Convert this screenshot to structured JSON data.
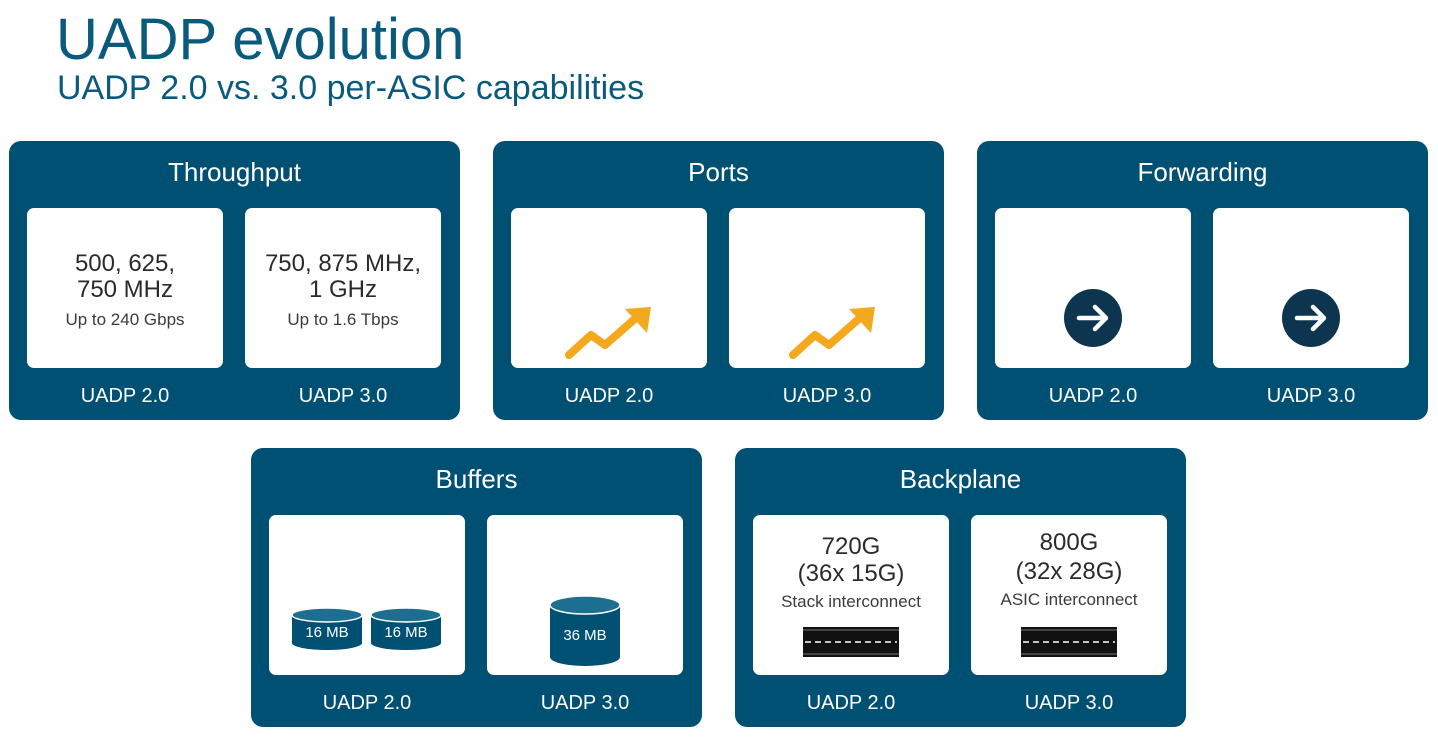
{
  "header": {
    "title": "UADP evolution",
    "subtitle": "UADP 2.0 vs. 3.0 per-ASIC capabilities"
  },
  "colors": {
    "panel": "#005073",
    "title": "#0a5a7e",
    "arrow": "#f4a81d"
  },
  "panels": {
    "throughput": {
      "title": "Throughput",
      "left": {
        "line1": "500, 625,",
        "line2": "750 MHz",
        "sub": "Up to 240 Gbps",
        "label": "UADP 2.0"
      },
      "right": {
        "line1": "750, 875 MHz,",
        "line2": "1 GHz",
        "sub": "Up to 1.6 Tbps",
        "label": "UADP 3.0"
      }
    },
    "ports": {
      "title": "Ports",
      "icon": "trend-up-arrow-icon",
      "left": {
        "label": "UADP 2.0"
      },
      "right": {
        "label": "UADP 3.0"
      }
    },
    "forwarding": {
      "title": "Forwarding",
      "icon": "arrow-right-circle-icon",
      "left": {
        "label": "UADP 2.0"
      },
      "right": {
        "label": "UADP 3.0"
      }
    },
    "buffers": {
      "title": "Buffers",
      "icon": "storage-drum-icon",
      "left": {
        "drum1": "16 MB",
        "drum2": "16 MB",
        "label": "UADP 2.0"
      },
      "right": {
        "drum": "36 MB",
        "label": "UADP 3.0"
      }
    },
    "backplane": {
      "title": "Backplane",
      "icon": "cable-icon",
      "left": {
        "line1": "720G",
        "line2": "(36x 15G)",
        "sub": "Stack interconnect",
        "label": "UADP 2.0"
      },
      "right": {
        "line1": "800G",
        "line2": "(32x 28G)",
        "sub": "ASIC interconnect",
        "label": "UADP 3.0"
      }
    }
  }
}
